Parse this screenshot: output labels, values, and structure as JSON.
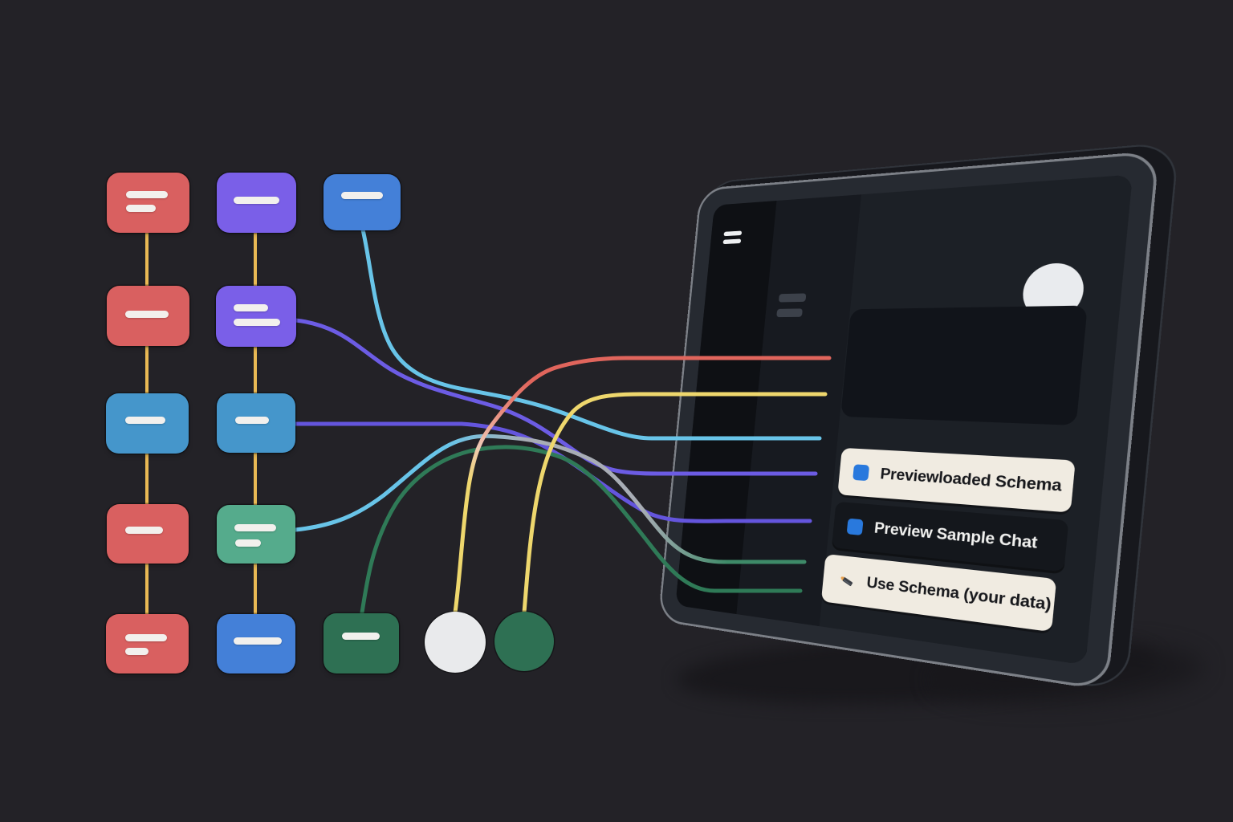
{
  "colors": {
    "background": "#232227",
    "shadow": "#18171b",
    "node_red": "#d96060",
    "node_purple": "#7a5fe8",
    "node_steel_blue": "#4596cb",
    "node_teal": "#55ab8c",
    "node_blue": "#4480d8",
    "node_dark_green": "#2e7053",
    "node_bar": "#f2f0ed",
    "connector": "#e9b954",
    "circle_white": "#e9eaec",
    "line_red": "#e0655c",
    "line_salmon": "#e88d7e",
    "line_peach": "#efc8b4",
    "line_yellow": "#eed76d",
    "line_cyan": "#68c4e8",
    "line_violet": "#6c5ce4",
    "line_violet2": "#6455dd",
    "line_gray": "#a8adb5",
    "line_teal": "#3e8a68",
    "line_green": "#2f7a57",
    "tablet_back": "#17181d",
    "tablet_frame": "#262a31",
    "tablet_frame_border": "#7c8087",
    "screen": "#0e1014",
    "sidebar": "#171a20",
    "main": "#1c2026",
    "panel": "#11141a",
    "hamburger": "#eef0f2",
    "sidebar_bar": "#3c414a",
    "avatar": "#e9ebee",
    "button_cream": "#f0ebe1",
    "button_dark": "#14171c",
    "button_text_dark": "#17181c",
    "button_text_light": "#f1f1ef",
    "icon_blue": "#2979dd",
    "icon_red": "#d95b4a",
    "pencil_body": "#3a3e45",
    "pencil_highlight": "#5b616a",
    "pencil_tip": "#e8a04c"
  },
  "tablet": {
    "menu_icon": "hamburger-icon",
    "avatar_icon": "avatar-circle",
    "buttons": [
      {
        "label": "Previewloaded Schema",
        "icon": "blue-square-icon",
        "variant": "cream"
      },
      {
        "label": "Preview Sample Chat",
        "icon": "blue-square-icon",
        "variant": "dark"
      },
      {
        "label": "Use Schema (your data)",
        "icon": "pencil-icon",
        "variant": "cream"
      }
    ]
  },
  "flowchart": {
    "columns": 3,
    "rows": 5,
    "node_variants": [
      "red",
      "purple",
      "steel_blue",
      "teal",
      "blue",
      "dark_green"
    ],
    "endpoints": [
      "white-circle",
      "green-circle"
    ]
  }
}
